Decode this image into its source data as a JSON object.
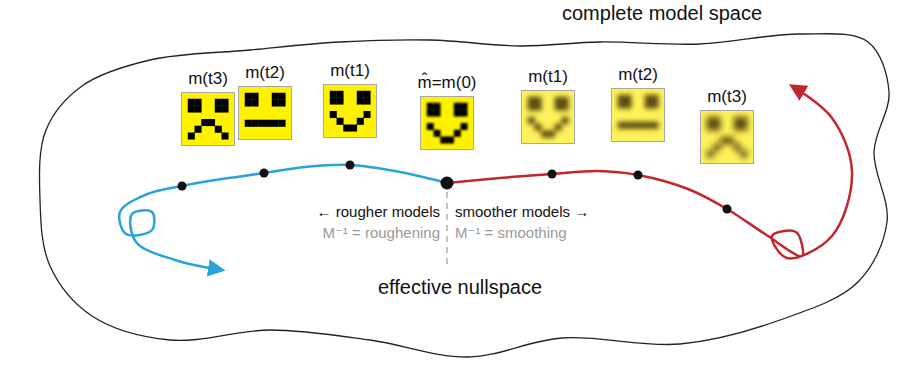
{
  "diagram": {
    "nodes": [
      {
        "text": [
          "complete model space",
          "effective nullspace"
        ]
      },
      {
        "text": [
          "m(t3)"
        ],
        "in": 0
      },
      {
        "text": [
          "m(t2)"
        ],
        "in": 0
      },
      {
        "text": [
          "m(t1)"
        ],
        "in": 0
      },
      {
        "text": [
          "m̂=m(0)"
        ],
        "in": 0
      },
      {
        "text": [
          "m(t1)"
        ],
        "in": 0
      },
      {
        "text": [
          "m(t2)"
        ],
        "in": 0
      },
      {
        "text": [
          "m(t3)"
        ],
        "in": 0
      }
    ],
    "labels": [
      "← rougher models",
      "M⁻¹ = roughening",
      "smoother models →",
      "M⁻¹ = smoothing"
    ]
  }
}
